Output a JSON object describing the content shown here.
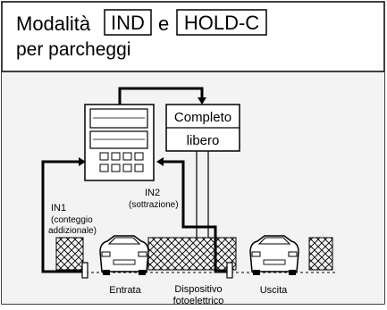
{
  "header": {
    "word_mode": "Modalità",
    "mode_ind": "IND",
    "word_and": "e",
    "mode_hold": "HOLD-C",
    "subtitle": "per parcheggi"
  },
  "sign": {
    "line1": "Completo",
    "line2": "libero"
  },
  "labels": {
    "in1": "IN1",
    "in1_note1": "(conteggio",
    "in1_note2": "addizionale)",
    "in2": "IN2",
    "in2_note": "(sottrazione)",
    "entrance": "Entrata",
    "sensor1": "Dispositivo",
    "sensor2": "fotoelettrico",
    "exit": "Uscita"
  },
  "colors": {
    "background": "#ffffff",
    "panel": "#f3f3f3",
    "ink": "#000000"
  }
}
